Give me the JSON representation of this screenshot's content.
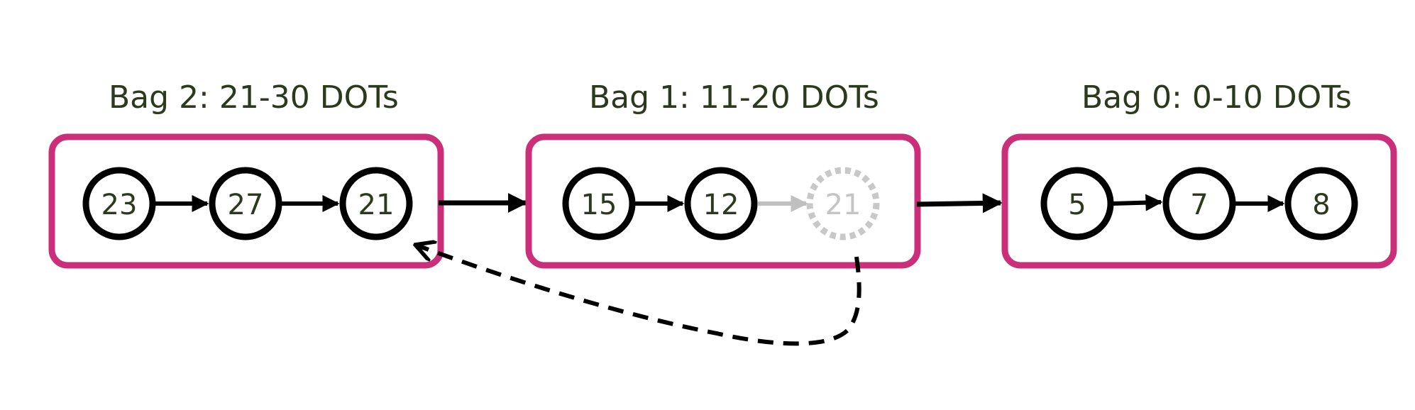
{
  "bags": [
    {
      "title": "Bag 2: 21-30 DOTs",
      "nodes": [
        {
          "label": "23",
          "ghost": false
        },
        {
          "label": "27",
          "ghost": false
        },
        {
          "label": "21",
          "ghost": false
        }
      ]
    },
    {
      "title": "Bag 1: 11-20 DOTs",
      "nodes": [
        {
          "label": "15",
          "ghost": false
        },
        {
          "label": "12",
          "ghost": false
        },
        {
          "label": "21",
          "ghost": true
        }
      ]
    },
    {
      "title": "Bag 0: 0-10 DOTs",
      "nodes": [
        {
          "label": "5",
          "ghost": false
        },
        {
          "label": "7",
          "ghost": false
        },
        {
          "label": "8",
          "ghost": false
        }
      ]
    }
  ],
  "colors": {
    "bag_border": "#cc2f7a",
    "text": "#2b3a1c",
    "ghost": "#c4c4c4",
    "arrow": "#000000"
  }
}
